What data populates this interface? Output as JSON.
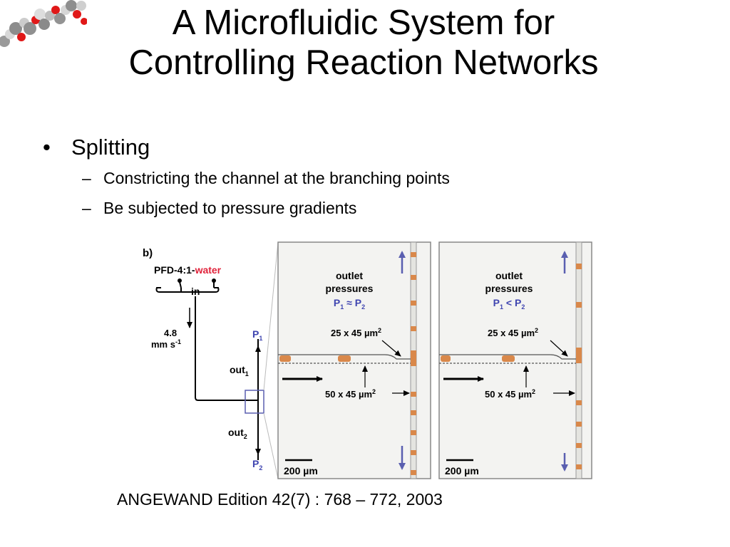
{
  "slide": {
    "title_line1": "A Microfluidic System for",
    "title_line2": "Controlling Reaction Networks",
    "bullet": "Splitting",
    "sub_bullets": [
      "Constricting the channel at the branching points",
      "Be subjected to pressure gradients"
    ],
    "citation": "ANGEWAND Edition 42(7) : 768 – 772, 2003"
  },
  "figure": {
    "panel_label": "b)",
    "fluid_prefix": "PFD-4:1-",
    "fluid_highlight": "water",
    "inlet_label": "in",
    "flow_speed": "4.8",
    "flow_unit_base": "mm s",
    "flow_unit_exp": "-1",
    "out1_base": "out",
    "out1_sub": "1",
    "out2_base": "out",
    "out2_sub": "2",
    "p_base": "P",
    "p1_sub": "1",
    "p2_sub": "2",
    "outlet_label_1": "outlet",
    "outlet_label_2": "pressures",
    "left_relation": "≈",
    "right_relation": "<",
    "narrow_dim": "25 x 45 µm",
    "wide_dim": "50 x 45 µm",
    "dim_exp": "2",
    "scale_bar": "200 µm",
    "colors": {
      "water_text": "#e0223a",
      "pressure_text": "#3f45b0",
      "arrow_blue": "#5a5fb0",
      "droplet": "#d9884a"
    }
  }
}
